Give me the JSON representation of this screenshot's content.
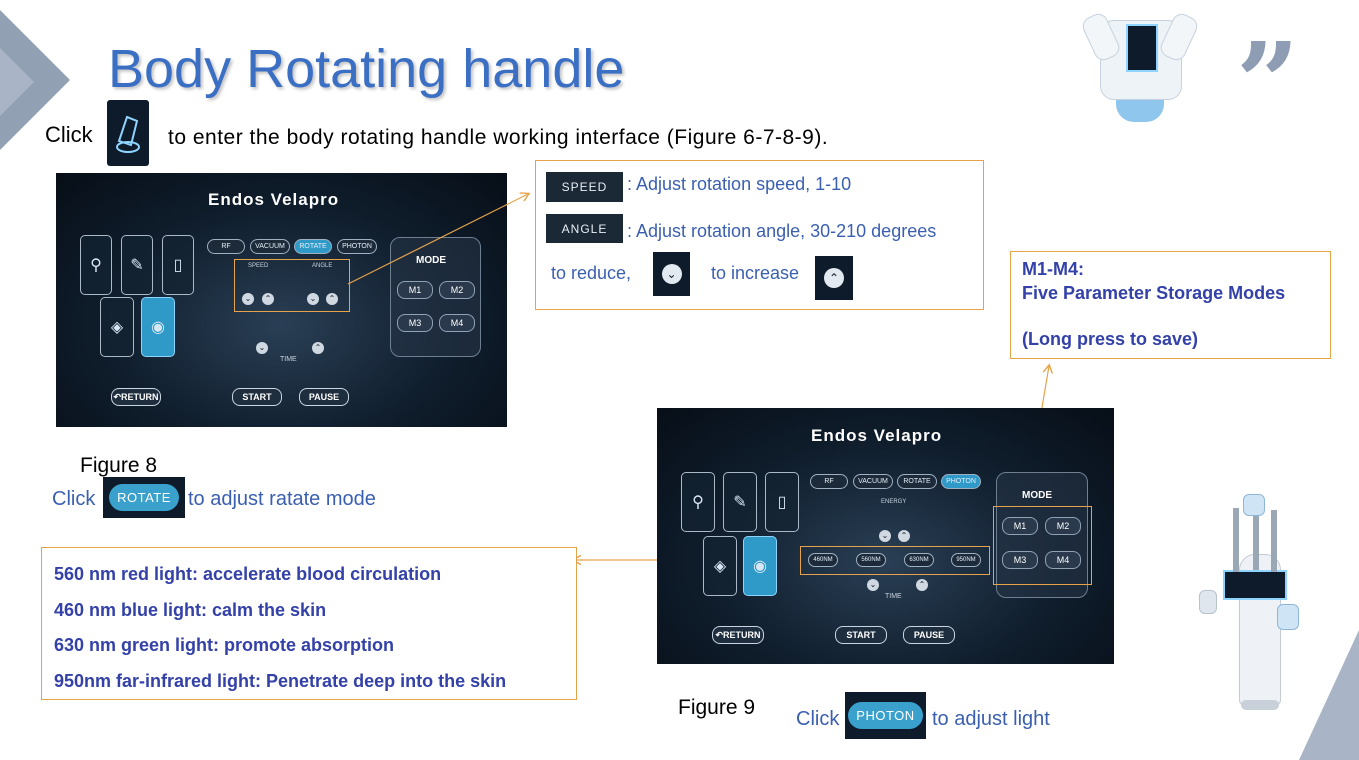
{
  "title": "Body Rotating handle",
  "quote_mark": "”",
  "intro": {
    "click": "Click",
    "text": "to enter the body rotating handle working interface (Figure 6-7-8-9)."
  },
  "screen": {
    "brand": "Endos Velapro",
    "tabs": [
      "RF",
      "VACUUM",
      "ROTATE",
      "PHOTON"
    ],
    "speed_label": "SPEED",
    "angle_label": "ANGLE",
    "energy_label": "ENERGY",
    "time_label": "TIME",
    "mode_label": "MODE",
    "modes": [
      "M1",
      "M2",
      "M3",
      "M4"
    ],
    "return_label": "↶RETURN",
    "start_label": "START",
    "pause_label": "PAUSE",
    "wavelengths": [
      "460NM",
      "560NM",
      "630NM",
      "950NM"
    ]
  },
  "callout_rotate": {
    "speed_tag": "SPEED",
    "speed_text": ": Adjust rotation speed, 1-10",
    "angle_tag": "ANGLE",
    "angle_text": ": Adjust rotation angle, 30-210 degrees",
    "reduce_text": "to reduce,",
    "increase_text": "to increase"
  },
  "callout_modes": {
    "line1": "M1-M4:",
    "line2": "Five Parameter Storage Modes",
    "line3": "(Long press to save)"
  },
  "figure8": {
    "caption": "Figure 8",
    "click": "Click",
    "button": "ROTATE",
    "text": "to adjust ratate mode"
  },
  "light_list": [
    "560 nm red light: accelerate blood circulation",
    "460 nm blue light: calm the skin",
    "630 nm green light: promote absorption",
    "950nm far-infrared light: Penetrate deep into the skin"
  ],
  "figure9": {
    "caption": "Figure 9",
    "click": "Click",
    "button": "PHOTON",
    "text": "to adjust light"
  },
  "colors": {
    "title": "#3b6fc4",
    "callout_border": "#e6a34a",
    "selected_tab": "#2f9ac8",
    "light_text": "#3341a8"
  }
}
